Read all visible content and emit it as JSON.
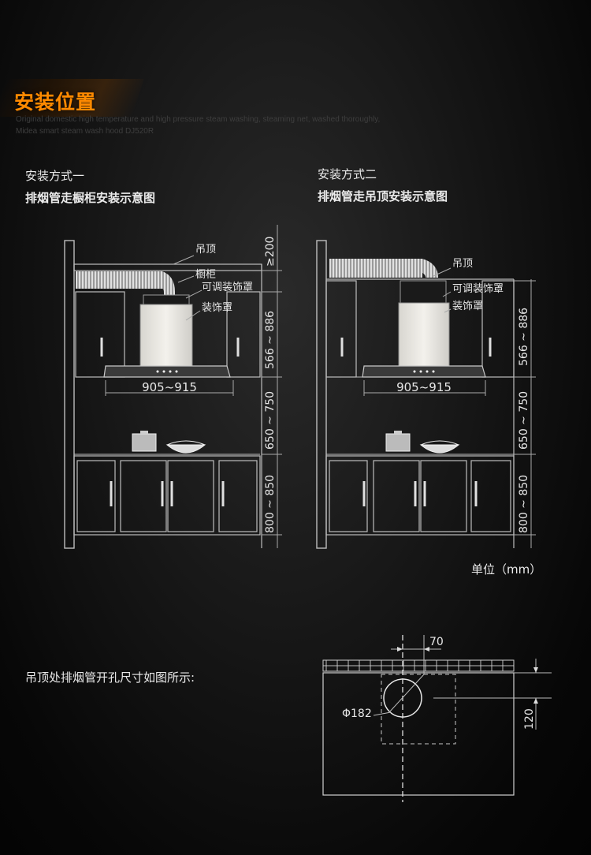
{
  "header": {
    "title": "安装位置",
    "subtitle_line1": "Original domestic high temperature and high pressure steam washing, steaming net, washed thoroughly,",
    "subtitle_line2": "Midea smart steam wash hood DJ520R"
  },
  "method1": {
    "title": "安装方式一",
    "caption": "排烟管走橱柜安装示意图",
    "labels": {
      "ceiling": "吊顶",
      "cabinet": "橱柜",
      "adjustable_cover": "可调装饰罩",
      "cover": "装饰罩",
      "width": "905~915",
      "dim_top": "≥200",
      "dim_hood": "566 ~ 886",
      "dim_mid": "650 ~ 750",
      "dim_base": "800 ~ 850"
    }
  },
  "method2": {
    "title": "安装方式二",
    "caption": "排烟管走吊顶安装示意图",
    "labels": {
      "ceiling": "吊顶",
      "adjustable_cover": "可调装饰罩",
      "cover": "装饰罩",
      "width": "905~915",
      "dim_hood": "566 ~ 886",
      "dim_mid": "650 ~ 750",
      "dim_base": "800 ~ 850"
    }
  },
  "unit_note": "单位（mm）",
  "hole": {
    "note": "吊顶处排烟管开孔尺寸如图所示:",
    "dim_offset": "70",
    "dim_diameter": "Φ182",
    "dim_depth": "120"
  }
}
